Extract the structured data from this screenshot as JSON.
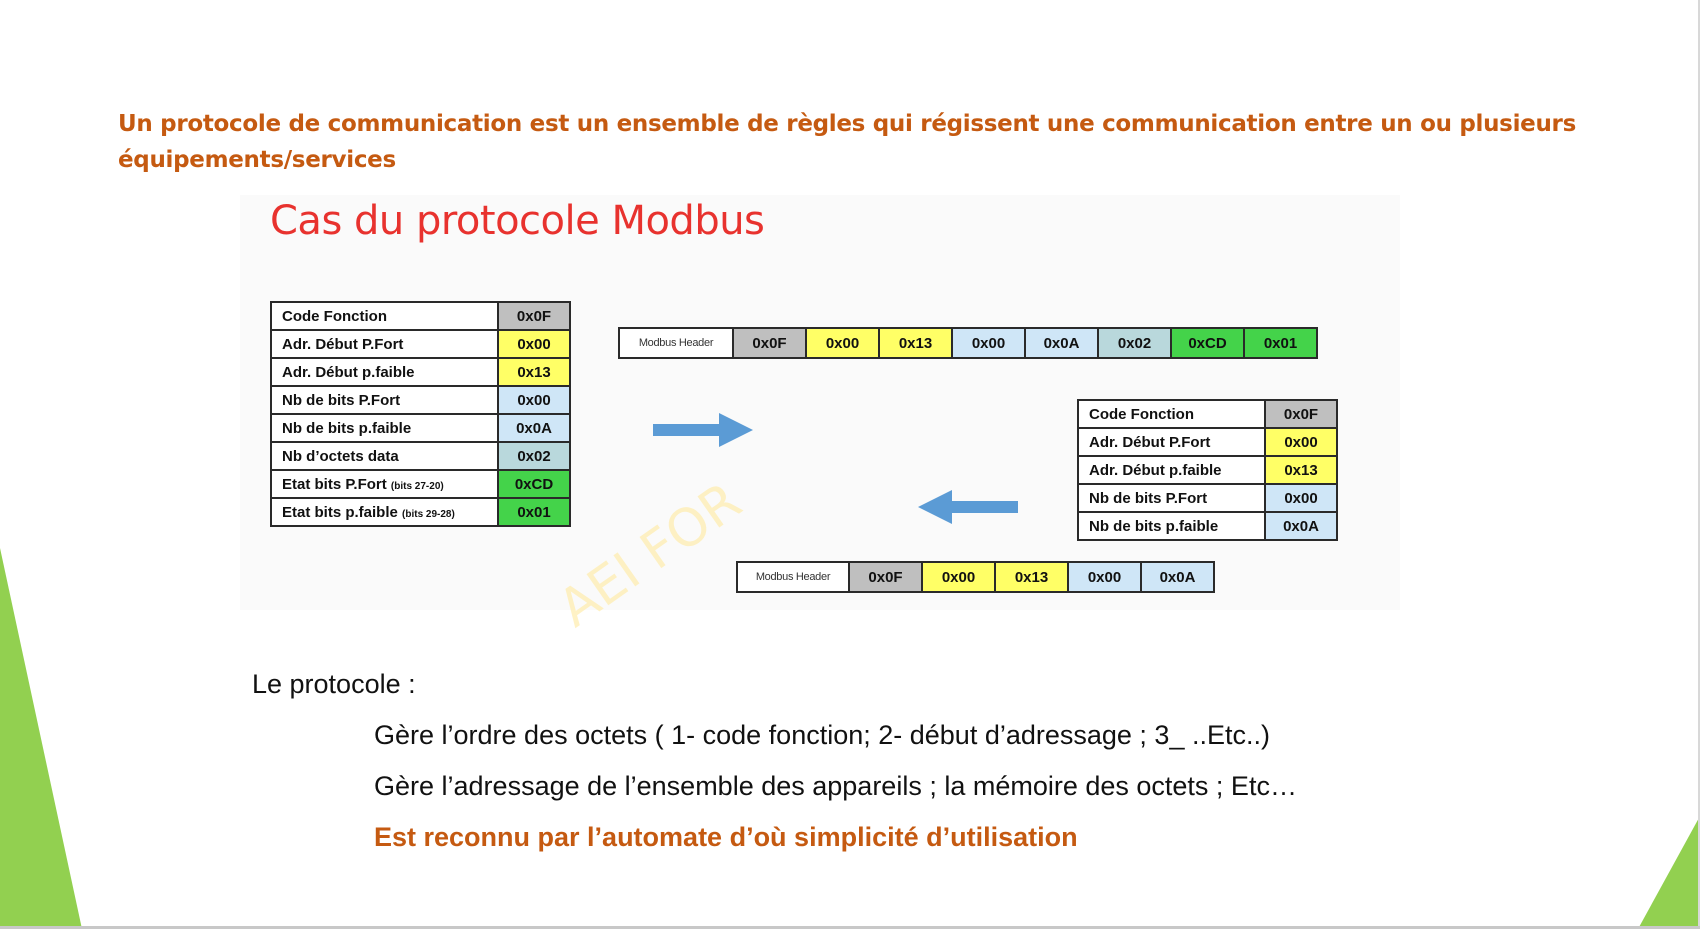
{
  "intro": "Un protocole de communication est un ensemble de règles qui régissent une communication entre un ou plusieurs équipements/services",
  "figure": {
    "title": "Cas du protocole Modbus",
    "watermark": "AEI FOR",
    "left_table": [
      {
        "label": "Code Fonction",
        "note": "",
        "value": "0x0F",
        "color": "#bfbfbf"
      },
      {
        "label": "Adr. Début P.Fort",
        "note": "",
        "value": "0x00",
        "color": "#ffff66"
      },
      {
        "label": "Adr. Début p.faible",
        "note": "",
        "value": "0x13",
        "color": "#ffff66"
      },
      {
        "label": "Nb de bits P.Fort",
        "note": "",
        "value": "0x00",
        "color": "#cfe6f7"
      },
      {
        "label": "Nb de bits p.faible",
        "note": "",
        "value": "0x0A",
        "color": "#cfe6f7"
      },
      {
        "label": "Nb d’octets data",
        "note": "",
        "value": "0x02",
        "color": "#b9d8dc"
      },
      {
        "label": "Etat bits P.Fort",
        "note": "(bits 27-20)",
        "value": "0xCD",
        "color": "#44d34a"
      },
      {
        "label": "Etat bits p.faible",
        "note": "(bits 29-28)",
        "value": "0x01",
        "color": "#44d34a"
      }
    ],
    "top_frame": {
      "header": "Modbus Header",
      "bytes": [
        {
          "value": "0x0F",
          "color": "#bfbfbf"
        },
        {
          "value": "0x00",
          "color": "#ffff66"
        },
        {
          "value": "0x13",
          "color": "#ffff66"
        },
        {
          "value": "0x00",
          "color": "#cfe6f7"
        },
        {
          "value": "0x0A",
          "color": "#cfe6f7"
        },
        {
          "value": "0x02",
          "color": "#b9d8dc"
        },
        {
          "value": "0xCD",
          "color": "#44d34a"
        },
        {
          "value": "0x01",
          "color": "#44d34a"
        }
      ]
    },
    "right_table": [
      {
        "label": "Code Fonction",
        "value": "0x0F",
        "color": "#bfbfbf"
      },
      {
        "label": "Adr. Début P.Fort",
        "value": "0x00",
        "color": "#ffff66"
      },
      {
        "label": "Adr. Début p.faible",
        "value": "0x13",
        "color": "#ffff66"
      },
      {
        "label": "Nb de bits P.Fort",
        "value": "0x00",
        "color": "#cfe6f7"
      },
      {
        "label": "Nb de bits p.faible",
        "value": "0x0A",
        "color": "#cfe6f7"
      }
    ],
    "bottom_frame": {
      "header": "Modbus Header",
      "bytes": [
        {
          "value": "0x0F",
          "color": "#bfbfbf"
        },
        {
          "value": "0x00",
          "color": "#ffff66"
        },
        {
          "value": "0x13",
          "color": "#ffff66"
        },
        {
          "value": "0x00",
          "color": "#cfe6f7"
        },
        {
          "value": "0x0A",
          "color": "#cfe6f7"
        }
      ]
    },
    "arrow_color": "#5b9bd5"
  },
  "body": {
    "lead": "Le protocole :",
    "line1": "Gère l’ordre des octets ( 1- code fonction; 2- début d’adressage ; 3_ ..Etc..)",
    "line2": "Gère l’adressage de l’ensemble des appareils ; la mémoire des octets ; Etc…",
    "line3": "Est reconnu par l’automate d’où simplicité d’utilisation"
  },
  "colors": {
    "accent_orange": "#c55a11",
    "title_red": "#e8322e",
    "deco_green": "#92d050"
  }
}
